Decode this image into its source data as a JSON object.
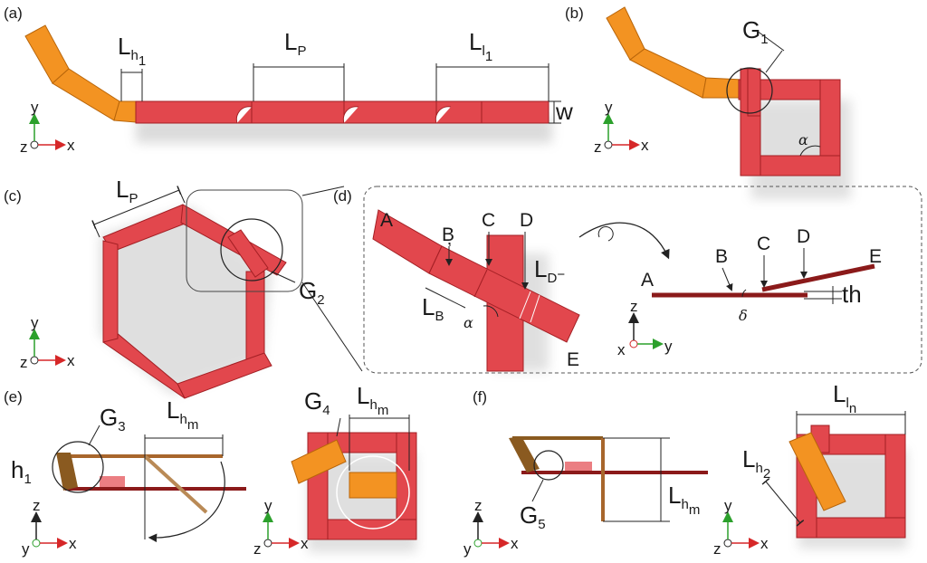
{
  "panels": {
    "a": "(a)",
    "b": "(b)",
    "c": "(c)",
    "d": "(d)",
    "e": "(e)",
    "f": "(f)"
  },
  "dims": {
    "L": "L",
    "h1_sub": "h",
    "h1_sub2": "1",
    "P_sub": "P",
    "l1_sub": "l",
    "l1_sub2": "1",
    "w": "w",
    "LB_sub": "B",
    "LD_sub": "D",
    "LD_sup": "−",
    "th": "th",
    "hm_sub": "h",
    "hm_sub2": "m",
    "ln_sub": "l",
    "ln_sub2": "n",
    "h2_sub": "h",
    "h2_sub2": "2",
    "h1_label": "h",
    "h1_label_sub": "1"
  },
  "gauges": {
    "G": "G",
    "g1": "1",
    "g2": "2",
    "g3": "3",
    "g4": "4",
    "g5": "5"
  },
  "points": {
    "A": "A",
    "B": "B",
    "C": "C",
    "D": "D",
    "E": "E"
  },
  "greek": {
    "alpha": "α",
    "delta": "δ"
  },
  "axes": {
    "x": "x",
    "y": "y",
    "z": "z"
  },
  "colors": {
    "red": "#e2474d",
    "orange": "#f39322",
    "dark_red": "#8b1a1a",
    "brown": "#a8662c",
    "axis_x": "#d62728",
    "axis_y": "#2ca02c",
    "axis_z": "#222222"
  }
}
